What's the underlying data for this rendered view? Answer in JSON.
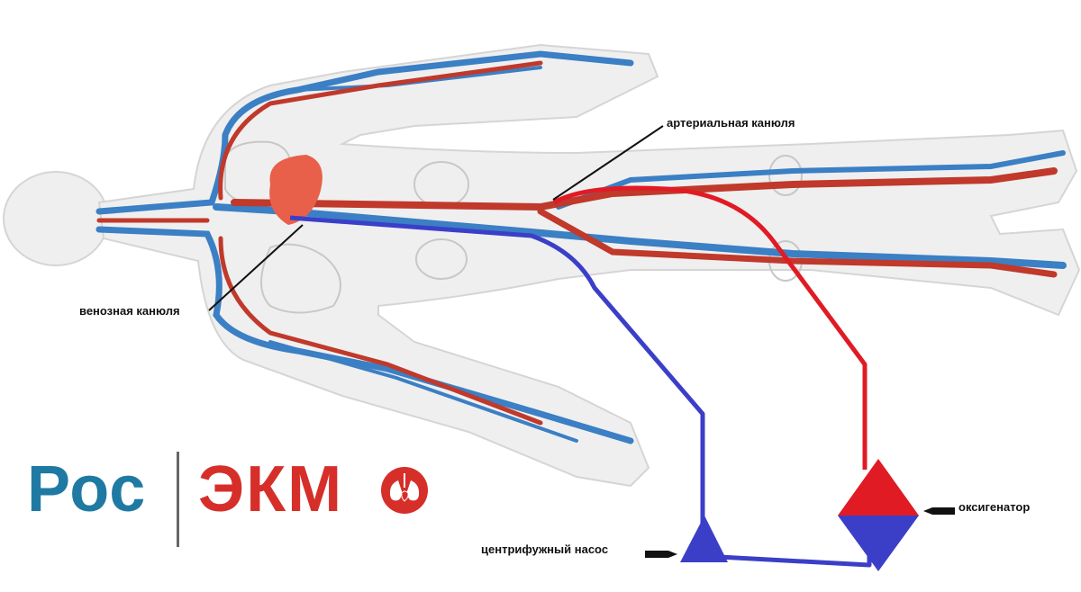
{
  "labels": {
    "venous_cannula": "венозная канюля",
    "arterial_cannula": "артериальная канюля",
    "oxygenator": "оксигенатор",
    "centrifugal_pump": "центрифужный насос"
  },
  "logo": {
    "part1": "Рос",
    "part2": "ЭКМ"
  },
  "colors": {
    "artery": "#c0392b",
    "vein": "#3b7fc4",
    "oxygenated_line": "#e01b24",
    "deoxygenated_line": "#3b3fc8",
    "heart": "#e8604a",
    "body_silhouette": "#efefef",
    "logo_blue": "#1f7aa3",
    "logo_red": "#d62f2a"
  },
  "icons": [
    "arrow-pointer-icon",
    "lungs-heart-icon"
  ]
}
